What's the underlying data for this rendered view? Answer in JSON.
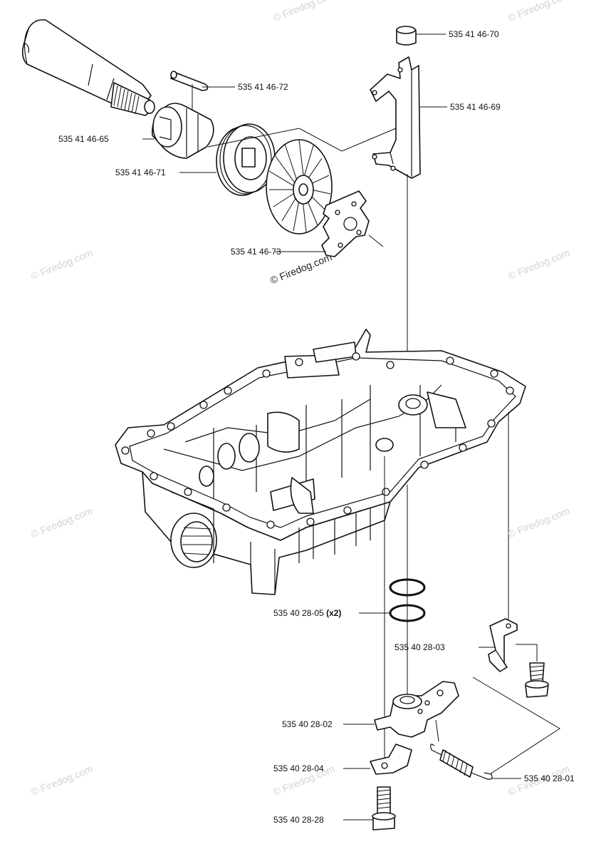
{
  "watermark": "© Firedog.com",
  "parts": [
    {
      "id": "p70",
      "number": "535 41 46-70",
      "qty": ""
    },
    {
      "id": "p72",
      "number": "535 41 46-72",
      "qty": ""
    },
    {
      "id": "p69",
      "number": "535 41 46-69",
      "qty": ""
    },
    {
      "id": "p65",
      "number": "535 41 46-65",
      "qty": ""
    },
    {
      "id": "p71",
      "number": "535 41 46-71",
      "qty": ""
    },
    {
      "id": "p73",
      "number": "535 41 46-73",
      "qty": ""
    },
    {
      "id": "p05",
      "number": "535 40 28-05",
      "qty": "(x2)"
    },
    {
      "id": "p03",
      "number": "535 40 28-03",
      "qty": ""
    },
    {
      "id": "p02",
      "number": "535 40 28-02",
      "qty": ""
    },
    {
      "id": "p04",
      "number": "535 40 28-04",
      "qty": ""
    },
    {
      "id": "p01",
      "number": "535 40 28-01",
      "qty": ""
    },
    {
      "id": "p28",
      "number": "535 40 28-28",
      "qty": ""
    }
  ]
}
